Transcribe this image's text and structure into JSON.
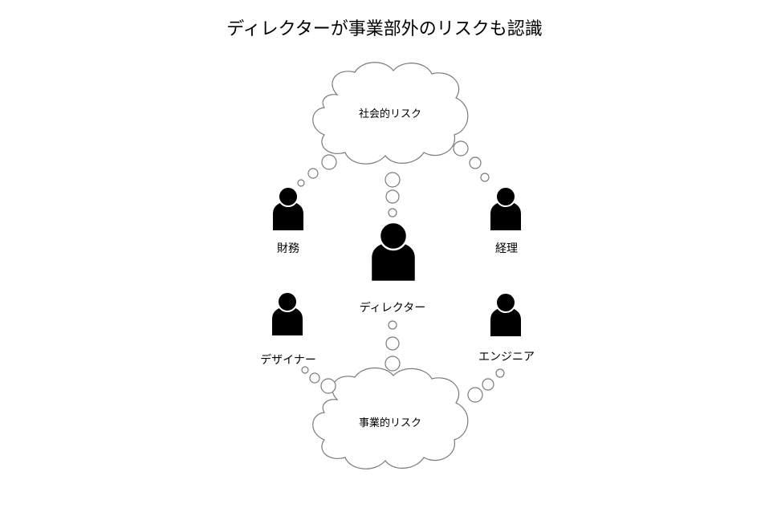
{
  "title": "ディレクターが事業部外のリスクも認識",
  "clouds": {
    "social": "社会的リスク",
    "business": "事業的リスク"
  },
  "people": {
    "finance": "財務",
    "accounting": "経理",
    "director": "ディレクター",
    "designer": "デザイナー",
    "engineer": "エンジニア"
  }
}
